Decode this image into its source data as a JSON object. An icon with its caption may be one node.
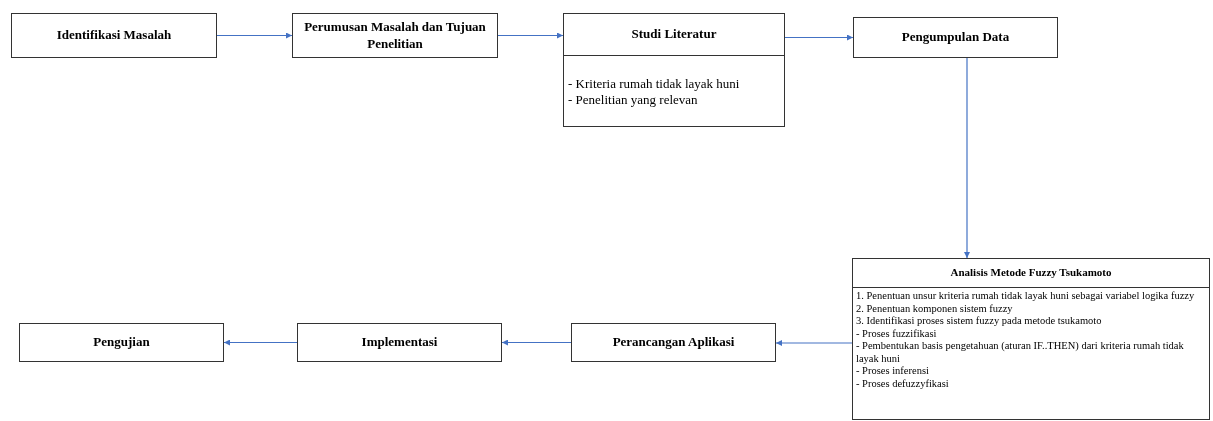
{
  "diagram": {
    "nodes": [
      {
        "text": [
          "Identifikasi Masalah"
        ]
      },
      {
        "text": [
          "Perumusan Masalah dan Tujuan Penelitian"
        ]
      },
      {
        "text": [
          "Studi Literatur",
          "- Kriteria rumah tidak layak huni",
          "- Penelitian yang relevan"
        ]
      },
      {
        "text": [
          "Pengumpulan Data"
        ]
      },
      {
        "text": [
          "Analisis Metode Fuzzy Tsukamoto",
          "1. Penentuan unsur kriteria rumah tidak layak huni sebagai variabel logika fuzzy",
          "2. Penentuan komponen sistem fuzzy",
          "3. Identifikasi proses sistem fuzzy pada metode tsukamoto",
          "- Proses fuzzifikasi",
          "- Pembentukan basis pengetahuan (aturan IF..THEN) dari kriteria rumah tidak layak huni",
          "- Proses inferensi",
          "- Proses defuzzyfikasi"
        ]
      },
      {
        "text": [
          "Perancangan Aplikasi"
        ]
      },
      {
        "text": [
          "Implementasi"
        ]
      },
      {
        "text": [
          "Pengujian"
        ]
      }
    ],
    "edges": [
      {
        "from": 0,
        "to": 1,
        "arrow": "to"
      },
      {
        "from": 1,
        "to": 2,
        "arrow": "to"
      },
      {
        "from": 2,
        "to": 3,
        "arrow": "to"
      },
      {
        "from": 3,
        "to": 4,
        "arrow": "to"
      },
      {
        "from": 4,
        "to": 5,
        "arrow": "to"
      },
      {
        "from": 5,
        "to": 6,
        "arrow": "to"
      },
      {
        "from": 6,
        "to": 7,
        "arrow": "to"
      }
    ]
  }
}
